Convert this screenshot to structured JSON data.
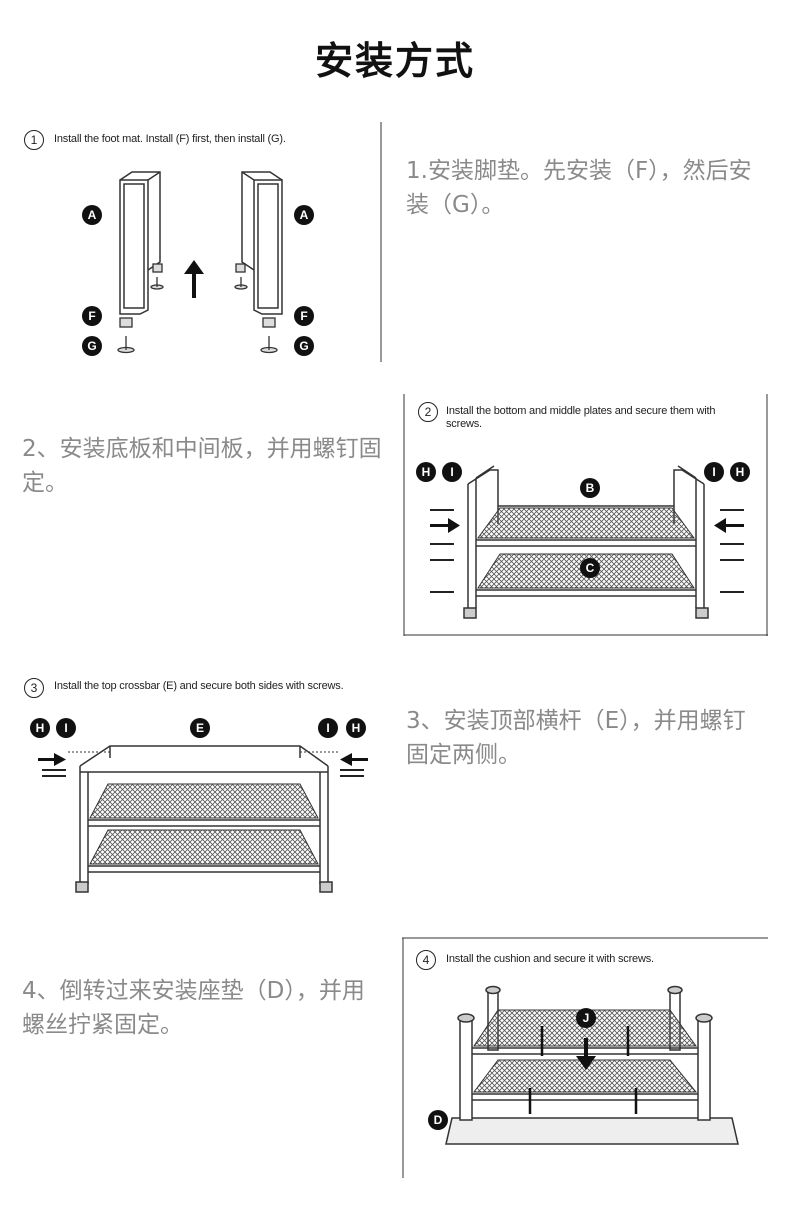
{
  "title": "安装方式",
  "steps": [
    {
      "number": "1",
      "caption": "Install the foot mat. Install (F) first, then install (G).",
      "text": "1.安装脚垫。先安装（F），然后安装（G）。",
      "labels": [
        "A",
        "A",
        "F",
        "F",
        "G",
        "G"
      ]
    },
    {
      "number": "2",
      "caption": "Install the bottom and middle plates and secure them with screws.",
      "text": "2、安装底板和中间板，并用螺钉固定。",
      "labels": [
        "H",
        "I",
        "I",
        "H",
        "B",
        "C"
      ]
    },
    {
      "number": "3",
      "caption": "Install the top crossbar (E) and secure both sides with screws.",
      "text": "3、安装顶部横杆（E），并用螺钉固定两侧。",
      "labels": [
        "H",
        "I",
        "E",
        "I",
        "H"
      ]
    },
    {
      "number": "4",
      "caption": "Install the cushion and secure it with screws.",
      "text": "4、倒转过来安装座垫（D），并用螺丝拧紧固定。",
      "labels": [
        "J",
        "D"
      ]
    }
  ]
}
